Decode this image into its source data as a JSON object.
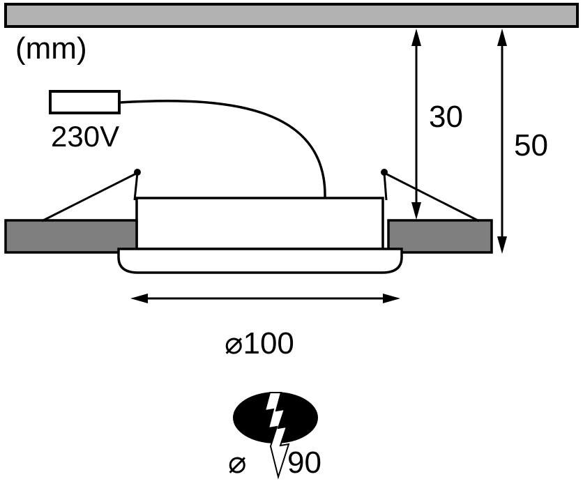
{
  "diagram": {
    "unit_label": "(mm)",
    "plug_label": "230V",
    "dimensions": {
      "recess_depth": "30",
      "installation_depth": "50",
      "diameter": "⌀100",
      "cutout_symbol": "⌀",
      "cutout_diameter": "90"
    },
    "colors": {
      "ceiling": "#b2b2b2",
      "clamp": "#7f7f7f",
      "line": "#000000",
      "background": "#ffffff"
    }
  }
}
